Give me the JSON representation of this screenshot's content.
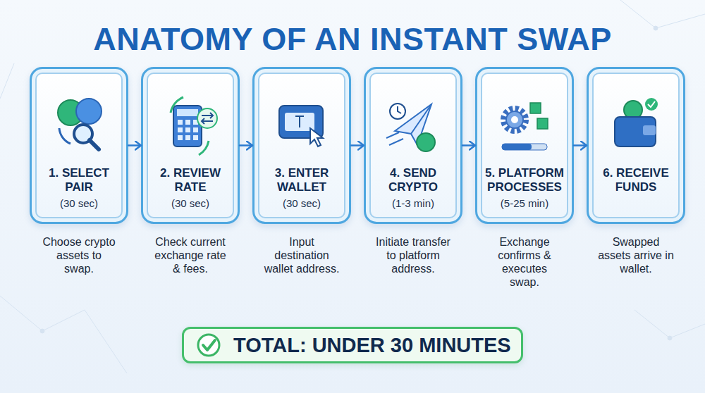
{
  "diagram": {
    "title": "ANATOMY OF AN INSTANT SWAP",
    "nodes": [
      {
        "text": [
          "1. SELECT PAIR",
          "(30 sec)",
          "Choose crypto assets to swap."
        ]
      },
      {
        "text": [
          "2. REVIEW RATE",
          "(30 sec)",
          "Check current exchange rate & fees."
        ]
      },
      {
        "text": [
          "3. ENTER WALLET",
          "(30 sec)",
          "Input destination wallet address."
        ]
      },
      {
        "text": [
          "4. SEND CRYPTO",
          "(1-3 min)",
          "Initiate transfer to platform address."
        ]
      },
      {
        "text": [
          "5. PLATFORM PROCESSES",
          "(5-25 min)",
          "Exchange confirms & executes swap."
        ]
      },
      {
        "text": [
          "6. RECEIVE FUNDS",
          "Swapped assets arrive in wallet."
        ]
      },
      {
        "text": [
          "TOTAL: UNDER 30 MINUTES"
        ]
      }
    ],
    "edges": [
      {
        "from": 0,
        "to": 1,
        "arrow": "to"
      },
      {
        "from": 1,
        "to": 2,
        "arrow": "to"
      },
      {
        "from": 2,
        "to": 3,
        "arrow": "to"
      },
      {
        "from": 3,
        "to": 4,
        "arrow": "to"
      },
      {
        "from": 4,
        "to": 5,
        "arrow": "to"
      }
    ]
  }
}
